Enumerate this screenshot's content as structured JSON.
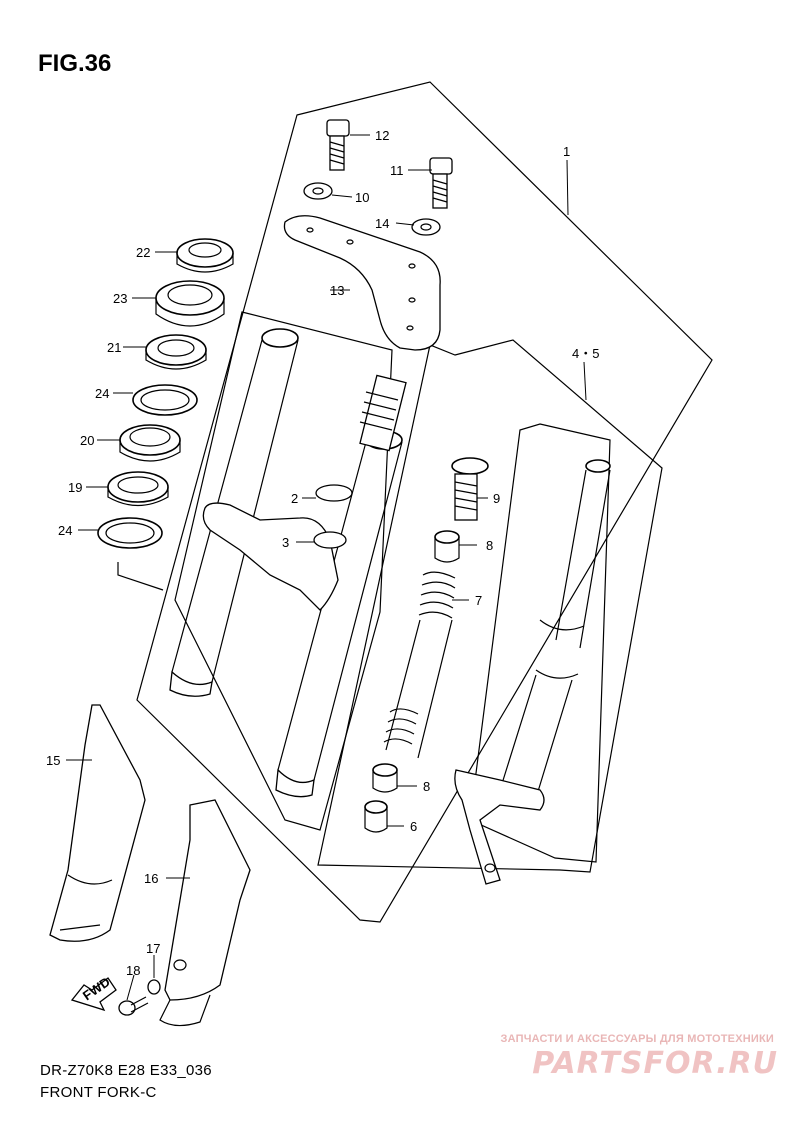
{
  "figure": {
    "title": "FIG.36",
    "code": "DR-Z70K8 E28 E33_036",
    "name": "FRONT FORK-C"
  },
  "callouts": [
    "12",
    "11",
    "10",
    "14",
    "13",
    "1",
    "22",
    "23",
    "21",
    "24",
    "20",
    "19",
    "24",
    "2",
    "3",
    "4・5",
    "9",
    "8",
    "7",
    "8",
    "6",
    "15",
    "16",
    "17",
    "18"
  ],
  "fwd_label": "FWD",
  "watermark": {
    "caption": "ЗАПЧАСТИ И АКСЕССУАРЫ ДЛЯ МОТОТЕХНИКИ",
    "logo": "PARTSFOR.RU"
  },
  "colors": {
    "line": "#000000",
    "watermark": "#f0c3c3"
  }
}
